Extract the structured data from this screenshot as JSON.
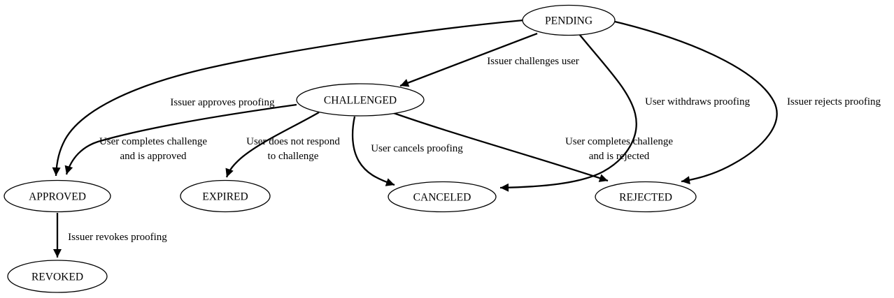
{
  "diagram": {
    "type": "state-machine",
    "colors": {
      "background": "#ffffff",
      "stroke": "#000000",
      "text": "#000000"
    },
    "nodes": [
      {
        "id": "pending",
        "label": "PENDING"
      },
      {
        "id": "challenged",
        "label": "CHALLENGED"
      },
      {
        "id": "approved",
        "label": "APPROVED"
      },
      {
        "id": "expired",
        "label": "EXPIRED"
      },
      {
        "id": "canceled",
        "label": "CANCELED"
      },
      {
        "id": "rejected",
        "label": "REJECTED"
      },
      {
        "id": "revoked",
        "label": "REVOKED"
      }
    ],
    "edges": [
      {
        "from": "PENDING",
        "to": "CHALLENGED",
        "lines": [
          "Issuer challenges user"
        ]
      },
      {
        "from": "PENDING",
        "to": "APPROVED",
        "lines": [
          "Issuer approves proofing"
        ]
      },
      {
        "from": "CHALLENGED",
        "to": "APPROVED",
        "lines": [
          "User completes challenge",
          "and is approved"
        ]
      },
      {
        "from": "CHALLENGED",
        "to": "EXPIRED",
        "lines": [
          "User does not respond",
          "to challenge"
        ]
      },
      {
        "from": "CHALLENGED",
        "to": "CANCELED",
        "lines": [
          "User cancels proofing"
        ]
      },
      {
        "from": "CHALLENGED",
        "to": "REJECTED",
        "lines": [
          "User completes challenge",
          "and is rejected"
        ]
      },
      {
        "from": "PENDING",
        "to": "CANCELED",
        "lines": [
          "User withdraws proofing"
        ]
      },
      {
        "from": "PENDING",
        "to": "REJECTED",
        "lines": [
          "Issuer rejects proofing"
        ]
      },
      {
        "from": "APPROVED",
        "to": "REVOKED",
        "lines": [
          "Issuer revokes proofing"
        ]
      }
    ]
  }
}
